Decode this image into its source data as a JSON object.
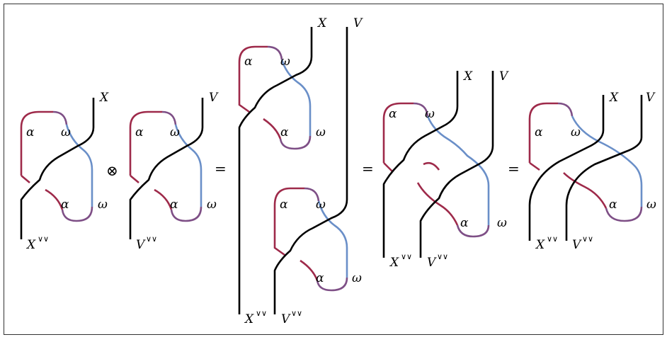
{
  "labels": {
    "alpha": "α",
    "omega": "ω",
    "X": "X",
    "V": "V",
    "dual_sup": "∨∨"
  },
  "operators": {
    "tensor": "⊗",
    "equals": "="
  },
  "colors": {
    "ink": "#000000",
    "alpha_strand": "#9e2a4a",
    "omega_strand": "#6a8fc8",
    "cup_cap_blend": "#7e4f86",
    "frame": "#333333"
  }
}
